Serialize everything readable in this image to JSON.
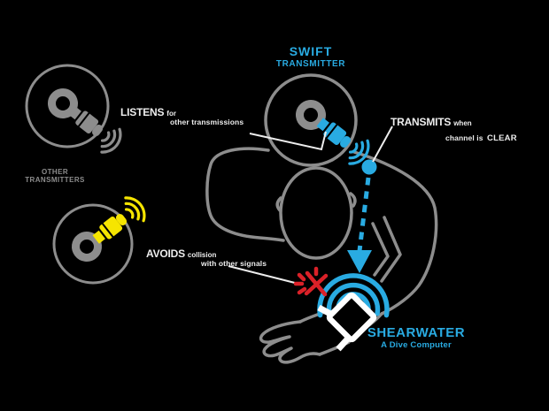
{
  "scene": {
    "description": "Black infographic of a dive transmitter system: transmitter circles on the left, a diver figure with a Swift transmitter sending a dashed signal to a dive computer worn on the wrist",
    "background": "#000000"
  },
  "palette": {
    "blue": "#29abe2",
    "gray": "#8d8d8d",
    "yellow": "#f6e500",
    "red": "#da2128",
    "white": "#ededed"
  },
  "labels": {
    "swift_title": {
      "line1": "SWIFT",
      "line2": "TRANSMITTER"
    },
    "listens": {
      "bold": "LISTENS",
      "small": "for",
      "line2": "other transmissions"
    },
    "transmits": {
      "bold": "TRANSMITS",
      "small": "when",
      "line2_pre": "channel is",
      "line2_bold": "CLEAR"
    },
    "avoids": {
      "bold": "AVOIDS",
      "small": "collision",
      "line2": "with other signals"
    },
    "other_transmitters": {
      "line1": "OTHER",
      "line2": "TRANSMITTERS"
    },
    "dive_computer": {
      "line1": "SHEARWATER",
      "line2": "A Dive Computer"
    }
  },
  "icons": {
    "transmitter-icon": "gray ring plus grooved cylinder body with rounded cap",
    "signal-waves-icon": "three concentric arcs radiating from transmitter tip",
    "transmit-path-icon": "blue solid dot, dashed line and triangular arrowhead",
    "reception-waves-icon": "three blue arcs over the watch",
    "collision-spark-icon": "red starburst with small dashes",
    "dive-computer-icon": "white diamond watch face with strap stubs"
  }
}
